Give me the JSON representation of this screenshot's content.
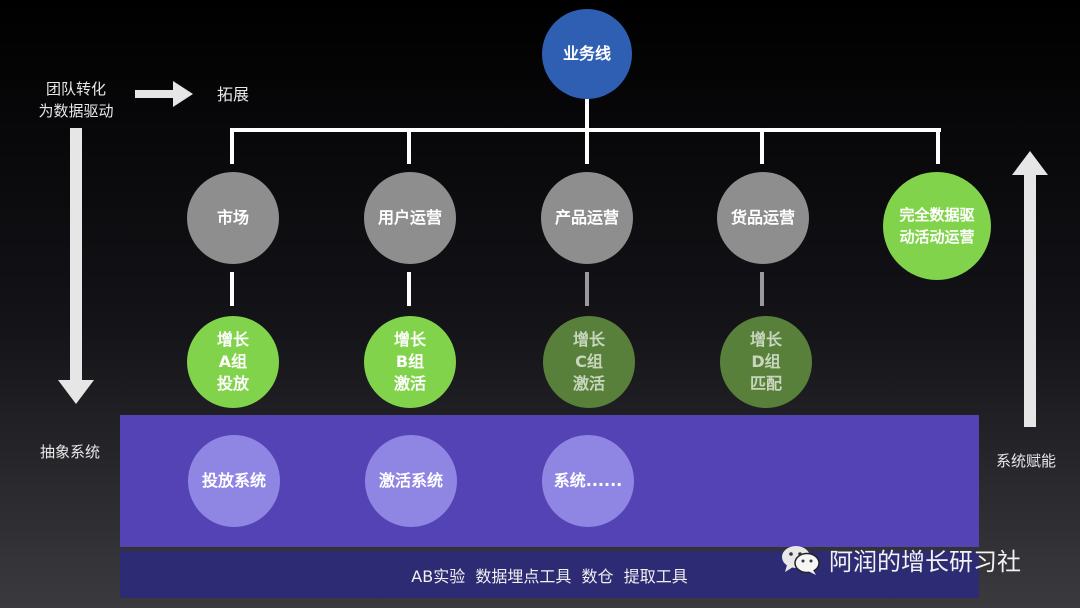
{
  "top_node": "业务线",
  "left": {
    "team_label": [
      "团队转化",
      "为数据驱动"
    ],
    "expand_label": "拓展",
    "abstract_label": "抽象系统"
  },
  "right": {
    "empower_label": "系统赋能"
  },
  "business_nodes": [
    {
      "label": "市场"
    },
    {
      "label": "用户运营"
    },
    {
      "label": "产品运营"
    },
    {
      "label": "货品运营"
    },
    {
      "label": "完全数据驱动活动运营"
    }
  ],
  "business_node_last_lines": [
    "完全数据驱",
    "动活动运营"
  ],
  "groups": [
    {
      "lines": [
        "增长",
        "A组",
        "投放"
      ]
    },
    {
      "lines": [
        "增长",
        "B组",
        "激活"
      ]
    },
    {
      "lines": [
        "增长",
        "C组",
        "激活"
      ]
    },
    {
      "lines": [
        "增长",
        "D组",
        "匹配"
      ]
    }
  ],
  "systems": [
    "投放系统",
    "激活系统",
    "系统......"
  ],
  "foundation_text": "AB实验  数据埋点工具  数仓  提取工具",
  "watermark": "阿润的增长研习社",
  "colors": {
    "top_node": "#2f5fb3",
    "business_node": "#8e8e8e",
    "active_group": "#82d34c",
    "inactive_group": "#58803a",
    "platform": "#5443b5",
    "foundation": "#2d2b73",
    "system_node": "#8f86e4"
  }
}
